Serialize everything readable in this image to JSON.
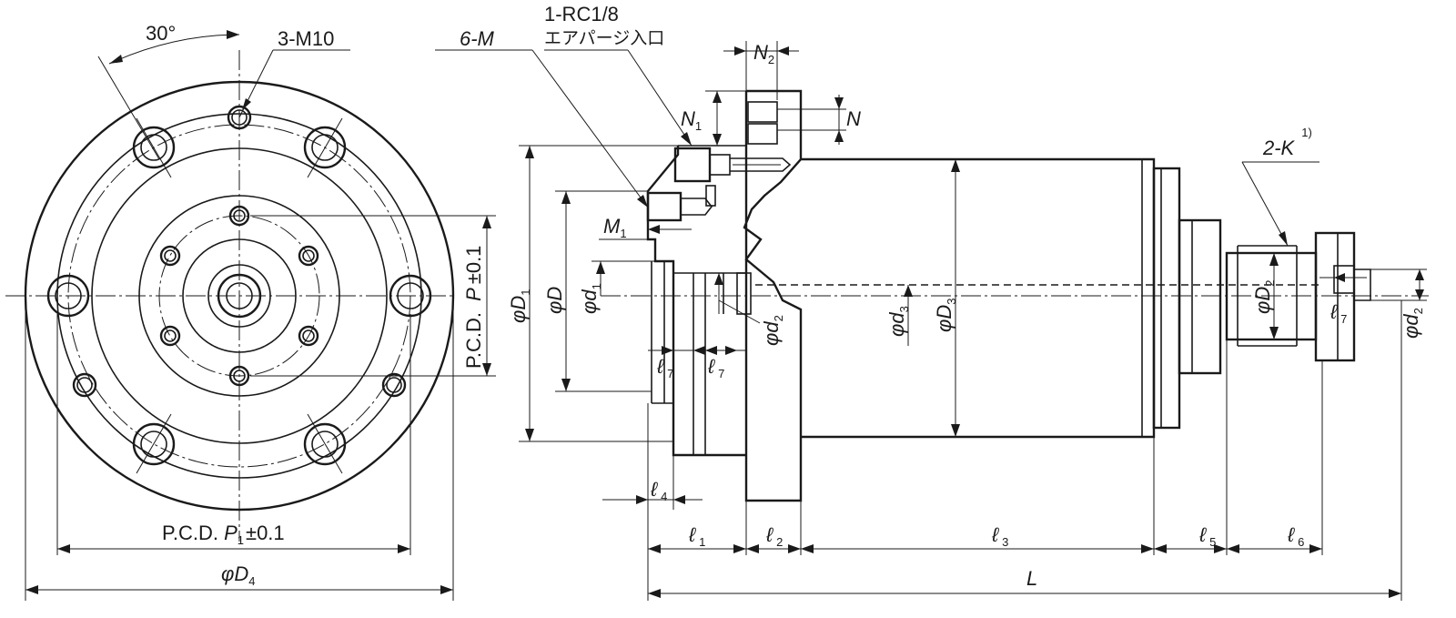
{
  "front_view": {
    "angle_label": "30°",
    "tapped_holes_label": "3-M10",
    "pcd_p_prefix": "P.C.D.",
    "pcd_p_symbol": "P",
    "pcd_p_tol": "±0.1",
    "pcd_p1_prefix": "P.C.D.",
    "pcd_p1_symbol": "P",
    "pcd_p1_sub": "1",
    "pcd_p1_tol": "±0.1",
    "d4_phi": "φ",
    "d4_symbol": "D",
    "d4_sub": "4"
  },
  "side_view": {
    "rc_label": "1-RC1/8",
    "air_purge_label": "エアパージ入口",
    "m6_label": "6-M",
    "n2": {
      "symbol": "N",
      "sub": "2"
    },
    "n1": {
      "symbol": "N",
      "sub": "1"
    },
    "n": "N",
    "m1": {
      "symbol": "M",
      "sub": "1"
    },
    "k_label": "2-K",
    "k_note": "1)",
    "phi_D1": {
      "phi": "φ",
      "symbol": "D",
      "sub": "1"
    },
    "phi_D": {
      "phi": "φ",
      "symbol": "D"
    },
    "phi_d1": {
      "phi": "φ",
      "symbol": "d",
      "sub": "1"
    },
    "phi_d2_inner": {
      "phi": "φ",
      "symbol": "d",
      "sub": "2"
    },
    "phi_d3": {
      "phi": "φ",
      "symbol": "d",
      "sub": "3"
    },
    "phi_D3": {
      "phi": "φ",
      "symbol": "D",
      "sub": "3"
    },
    "phi_D2": {
      "phi": "φ",
      "symbol": "D",
      "sub": "2"
    },
    "phi_d2_outer": {
      "phi": "φ",
      "symbol": "d",
      "sub": "2"
    },
    "l7_a": {
      "symbol": "ℓ",
      "sub": "7"
    },
    "l7_b": {
      "symbol": "ℓ",
      "sub": "7"
    },
    "l7_c": {
      "symbol": "ℓ",
      "sub": "7"
    },
    "l4": {
      "symbol": "ℓ",
      "sub": "4"
    },
    "l1": {
      "symbol": "ℓ",
      "sub": "1"
    },
    "l2": {
      "symbol": "ℓ",
      "sub": "2"
    },
    "l3": {
      "symbol": "ℓ",
      "sub": "3"
    },
    "l5": {
      "symbol": "ℓ",
      "sub": "5"
    },
    "l6": {
      "symbol": "ℓ",
      "sub": "6"
    },
    "total_length": "L"
  }
}
